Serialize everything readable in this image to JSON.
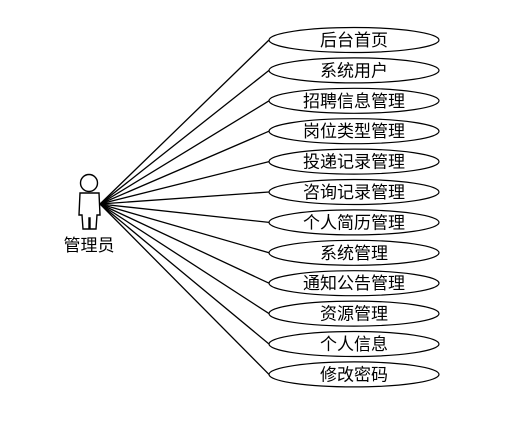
{
  "actor": {
    "name": "管理员"
  },
  "use_cases": [
    {
      "label": "后台首页"
    },
    {
      "label": "系统用户"
    },
    {
      "label": "招聘信息管理"
    },
    {
      "label": "岗位类型管理"
    },
    {
      "label": "投递记录管理"
    },
    {
      "label": "咨询记录管理"
    },
    {
      "label": "个人简历管理"
    },
    {
      "label": "系统管理"
    },
    {
      "label": "通知公告管理"
    },
    {
      "label": "资源管理"
    },
    {
      "label": "个人信息"
    },
    {
      "label": "修改密码"
    }
  ]
}
